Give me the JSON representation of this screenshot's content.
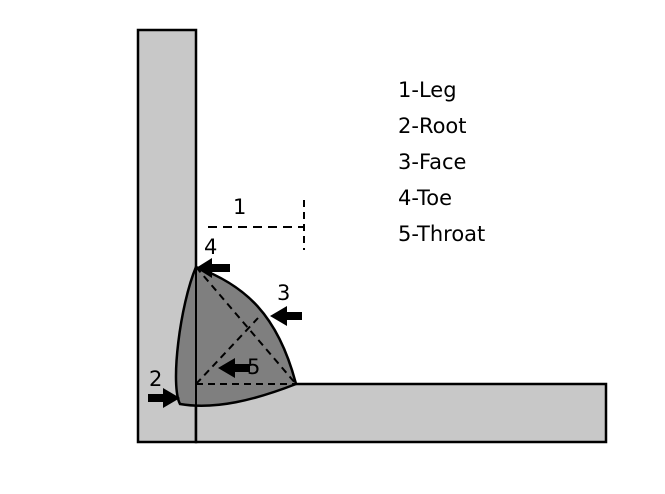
{
  "legend": [
    {
      "text": "1-Leg"
    },
    {
      "text": "2-Root"
    },
    {
      "text": "3-Face"
    },
    {
      "text": "4-Toe"
    },
    {
      "text": "5-Throat"
    }
  ],
  "labels": {
    "leg": "1",
    "root": "2",
    "face": "3",
    "toe": "4",
    "throat": "5"
  },
  "colors": {
    "plate": "#c8c8c8",
    "weld": "#7f7f7f",
    "outline": "#000000"
  }
}
